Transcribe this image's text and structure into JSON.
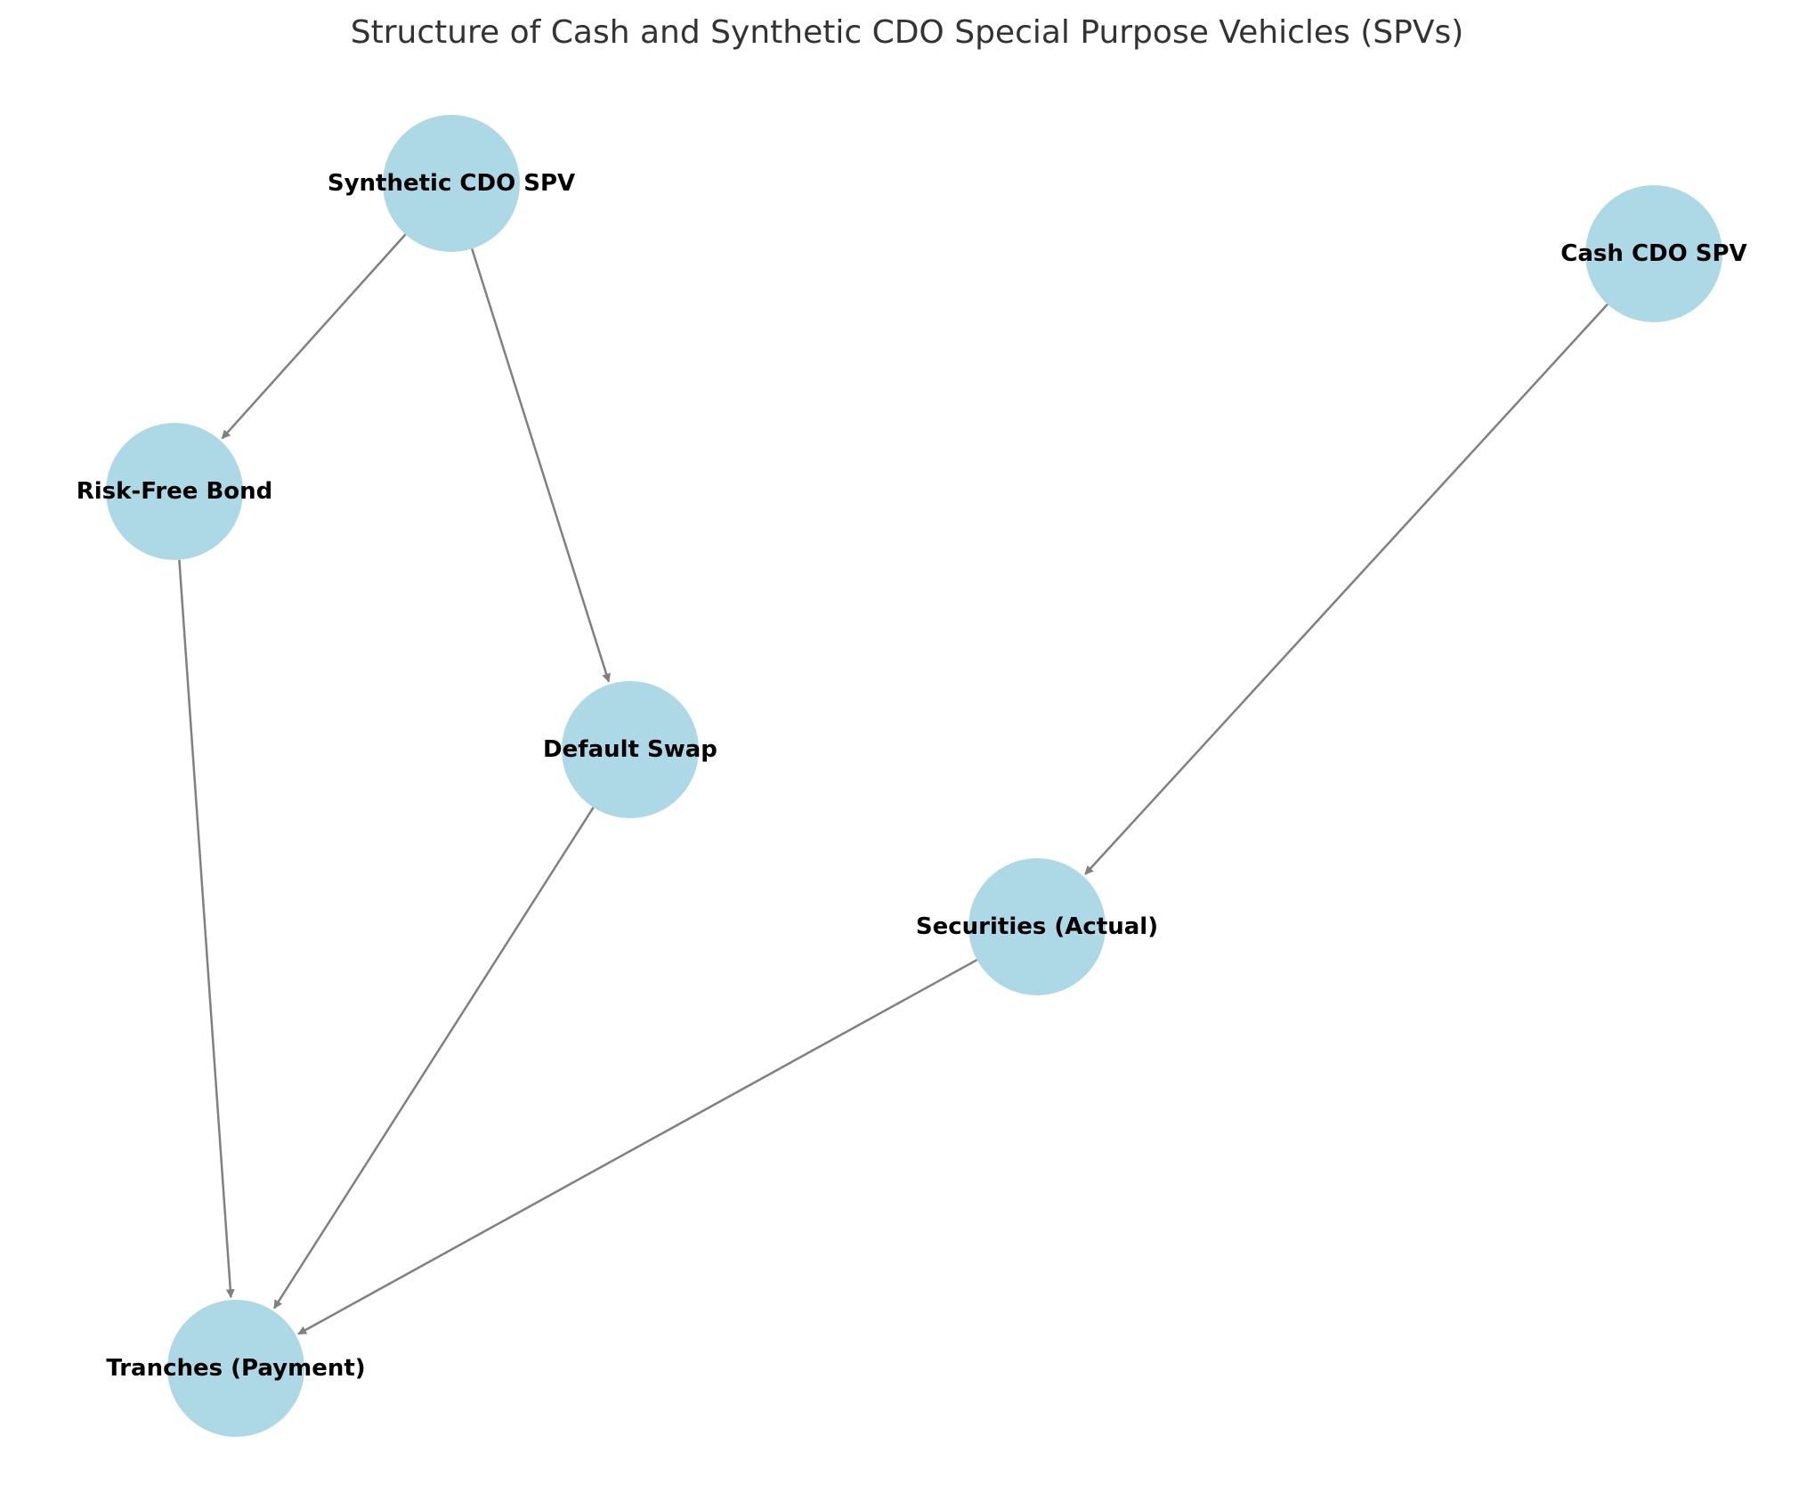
{
  "title": "Structure of Cash and Synthetic CDO Special Purpose Vehicles (SPVs)",
  "colors": {
    "node_fill": "#add8e6",
    "edge": "#808080",
    "label": "#000000",
    "title": "#333333",
    "background": "#ffffff"
  },
  "nodes": [
    {
      "id": "synthetic",
      "label": "Synthetic CDO SPV"
    },
    {
      "id": "cash",
      "label": "Cash CDO SPV"
    },
    {
      "id": "riskfree",
      "label": "Risk-Free Bond"
    },
    {
      "id": "swap",
      "label": "Default Swap"
    },
    {
      "id": "securities",
      "label": "Securities (Actual)"
    },
    {
      "id": "tranches",
      "label": "Tranches (Payment)"
    }
  ],
  "edges": [
    {
      "from": "synthetic",
      "to": "riskfree"
    },
    {
      "from": "synthetic",
      "to": "swap"
    },
    {
      "from": "cash",
      "to": "securities"
    },
    {
      "from": "riskfree",
      "to": "tranches"
    },
    {
      "from": "swap",
      "to": "tranches"
    },
    {
      "from": "securities",
      "to": "tranches"
    }
  ]
}
